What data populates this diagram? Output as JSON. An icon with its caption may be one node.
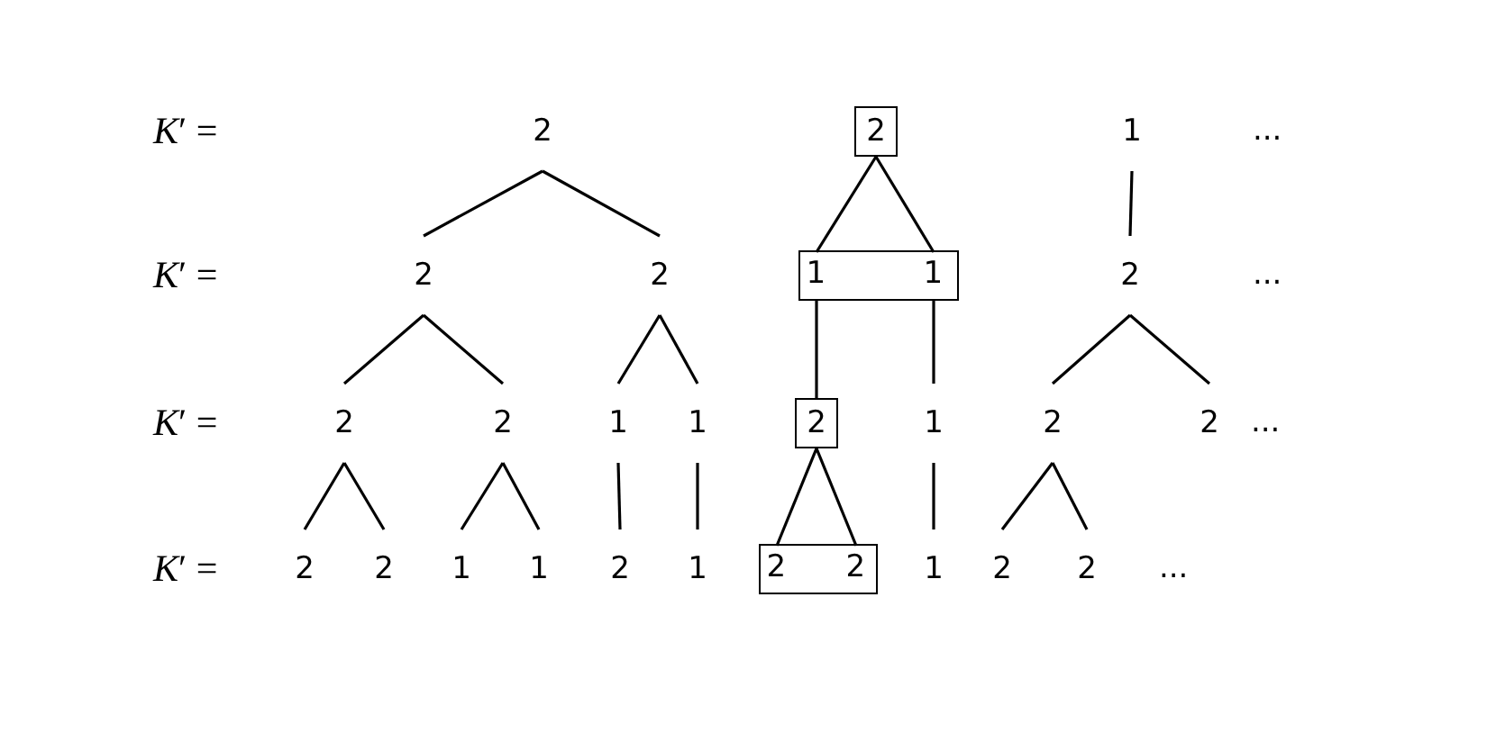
{
  "diagram": {
    "nodes": [
      {
        "text": [
          "2"
        ]
      },
      {
        "text": [
          "2"
        ]
      },
      {
        "text": [
          "1"
        ]
      },
      {
        "text": [
          "2"
        ]
      },
      {
        "text": [
          "2"
        ]
      },
      {
        "text": [],
        "shape": "box"
      },
      {
        "text": [
          "1"
        ],
        "in": 5
      },
      {
        "text": [
          "1"
        ],
        "in": 5
      },
      {
        "text": [
          "2"
        ]
      },
      {
        "text": [
          "2"
        ]
      },
      {
        "text": [
          "2"
        ]
      },
      {
        "text": [
          "1"
        ]
      },
      {
        "text": [
          "1"
        ]
      },
      {
        "text": [
          "2"
        ]
      },
      {
        "text": [
          "1"
        ]
      },
      {
        "text": [
          "2"
        ]
      },
      {
        "text": [
          "2"
        ]
      },
      {
        "text": [
          "2"
        ]
      },
      {
        "text": [
          "2"
        ]
      },
      {
        "text": [
          "1"
        ]
      },
      {
        "text": [
          "1"
        ]
      },
      {
        "text": [
          "2"
        ]
      },
      {
        "text": [
          "1"
        ]
      },
      {
        "text": [],
        "shape": "box"
      },
      {
        "text": [
          "2"
        ],
        "in": 23
      },
      {
        "text": [
          "2"
        ],
        "in": 23
      },
      {
        "text": [
          "1"
        ]
      },
      {
        "text": [
          "2"
        ]
      },
      {
        "text": [
          "2"
        ]
      }
    ],
    "edges": [
      {
        "from": 0,
        "to": 3,
        "arrow": "none"
      },
      {
        "from": 0,
        "to": 4,
        "arrow": "none"
      },
      {
        "from": 1,
        "to": 6,
        "arrow": "none"
      },
      {
        "from": 1,
        "to": 7,
        "arrow": "none"
      },
      {
        "from": 2,
        "to": 8,
        "arrow": "none"
      },
      {
        "from": 3,
        "to": 9,
        "arrow": "none"
      },
      {
        "from": 3,
        "to": 10,
        "arrow": "none"
      },
      {
        "from": 4,
        "to": 11,
        "arrow": "none"
      },
      {
        "from": 4,
        "to": 12,
        "arrow": "none"
      },
      {
        "from": 6,
        "to": 13,
        "arrow": "none"
      },
      {
        "from": 7,
        "to": 14,
        "arrow": "none"
      },
      {
        "from": 8,
        "to": 15,
        "arrow": "none"
      },
      {
        "from": 8,
        "to": 16,
        "arrow": "none"
      },
      {
        "from": 9,
        "to": 17,
        "arrow": "none"
      },
      {
        "from": 9,
        "to": 18,
        "arrow": "none"
      },
      {
        "from": 10,
        "to": 19,
        "arrow": "none"
      },
      {
        "from": 10,
        "to": 20,
        "arrow": "none"
      },
      {
        "from": 11,
        "to": 21,
        "arrow": "none"
      },
      {
        "from": 12,
        "to": 22,
        "arrow": "none"
      },
      {
        "from": 13,
        "to": 24,
        "arrow": "none"
      },
      {
        "from": 13,
        "to": 25,
        "arrow": "none"
      },
      {
        "from": 14,
        "to": 26,
        "arrow": "none"
      },
      {
        "from": 15,
        "to": 27,
        "arrow": "none"
      },
      {
        "from": 15,
        "to": 28,
        "arrow": "none"
      }
    ],
    "labels": [
      "*K*′ =",
      "...",
      "*K*′ =",
      "...",
      "*K*′ =",
      "...",
      "*K*′ =",
      "..."
    ]
  }
}
